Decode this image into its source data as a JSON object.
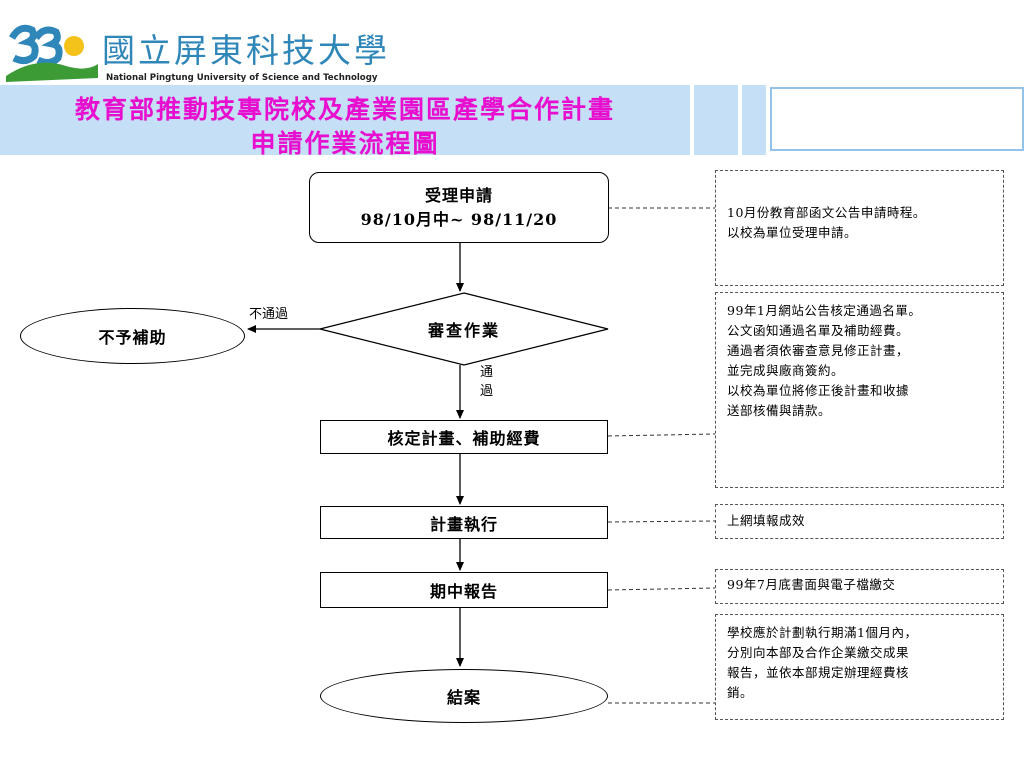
{
  "header": {
    "school_name_cn": "國立屏東科技大學",
    "school_name_en": "National Pingtung University of Science and Technology",
    "title_line1": "教育部推動技專院校及產業園區產學合作計畫",
    "title_line2": "申請作業流程圖"
  },
  "flow": {
    "start": {
      "line1": "受理申請",
      "line2": "98/10月中~ 98/11/20"
    },
    "review": "審查作業",
    "reject": "不予補助",
    "reject_edge": "不通過",
    "pass_edge": "通過",
    "approve": "核定計畫、補助經費",
    "execute": "計畫執行",
    "midterm": "期中報告",
    "close": "結案"
  },
  "notes": {
    "n1": [
      "10月份教育部函文公告申請時程。",
      "以校為單位受理申請。"
    ],
    "n2": [
      "99年1月網站公告核定通過名單。",
      "公文函知通過名單及補助經費。",
      "通過者須依審查意見修正計畫，",
      "並完成與廠商簽約。",
      "以校為單位將修正後計畫和收據",
      "送部核備與請款。"
    ],
    "n3": [
      "上網填報成效"
    ],
    "n4": [
      "99年7月底書面與電子檔繳交"
    ],
    "n5": [
      "學校應於計劃執行期滿1個月內，",
      "分別向本部及合作企業繳交成果",
      "報告，並依本部規定辦理經費核",
      "銷。"
    ]
  },
  "colors": {
    "title": "#e80ecf",
    "band": "#c4dff6",
    "logo_blue": "#2f86b8",
    "logo_green": "#3c9b35",
    "logo_yellow": "#f3c21b"
  }
}
